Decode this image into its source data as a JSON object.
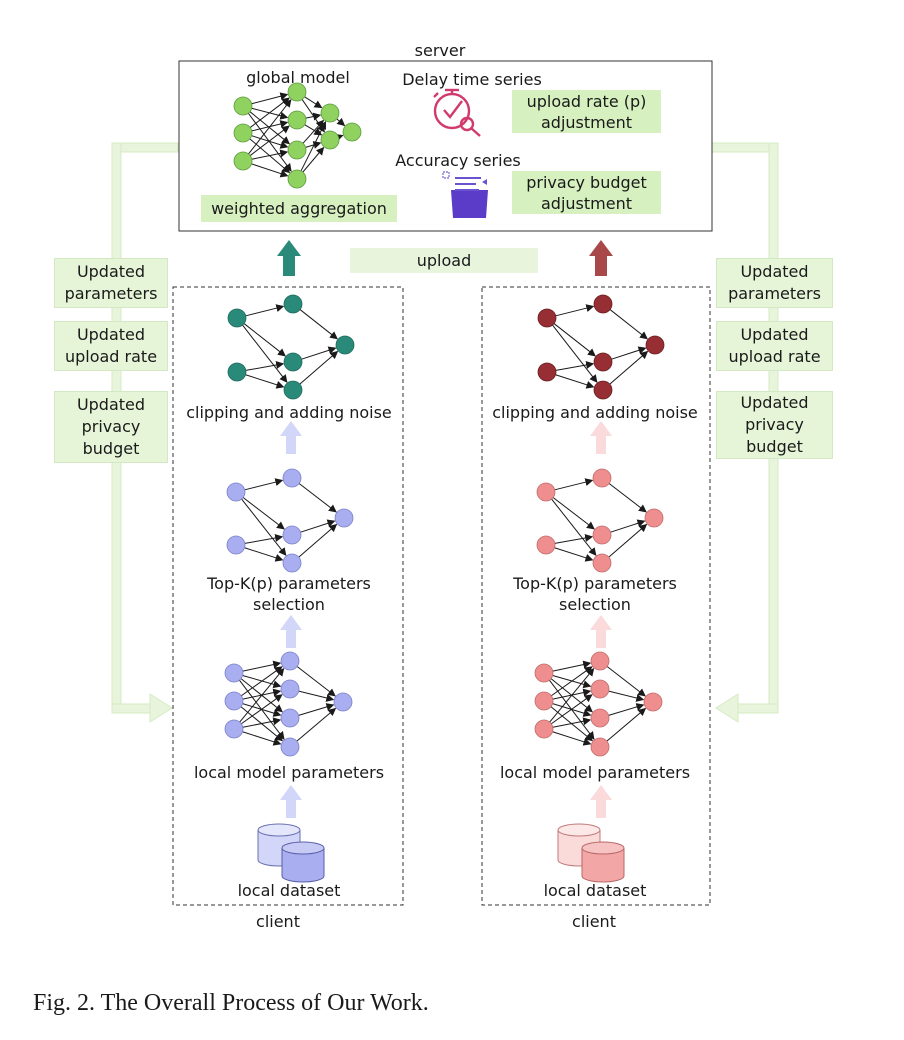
{
  "server": {
    "title": "server",
    "global_model_label": "global model",
    "delay_series_label": "Delay time series",
    "accuracy_series_label": "Accuracy series",
    "upload_rate_adj": "upload rate (p)\nadjustment",
    "privacy_budget_adj": "privacy budget\nadjustment",
    "weighted_aggregation": "weighted aggregation",
    "delay_icon": "stopwatch-search-icon",
    "accuracy_icon": "document-list-icon"
  },
  "upload_label": "upload",
  "left_side": [
    "Updated\nparameters",
    "Updated\nupload rate",
    "Updated\nprivacy\nbudget"
  ],
  "right_side": [
    "Updated\nparameters",
    "Updated\nupload rate",
    "Updated\nprivacy\nbudget"
  ],
  "client_left": {
    "noise_label": "clipping and adding noise",
    "topk_label": "Top-K(p) parameters\nselection",
    "local_params_label": "local model parameters",
    "dataset_label": "local dataset",
    "client_label": "client"
  },
  "client_right": {
    "noise_label": "clipping and adding noise",
    "topk_label": "Top-K(p) parameters\nselection",
    "local_params_label": "local model parameters",
    "dataset_label": "local dataset",
    "client_label": "client"
  },
  "colors": {
    "global_node": "#8fd25f",
    "left_noise_node": "#2a8a7a",
    "left_node": "#a8aef0",
    "right_noise_node": "#962e34",
    "right_node": "#ef8e8e",
    "left_upload_arrow": "#2a8a7a",
    "right_upload_arrow": "#a84848",
    "flow_green": "#e8f5dc"
  },
  "caption": "Fig. 2.  The Overall Process of Our Work."
}
